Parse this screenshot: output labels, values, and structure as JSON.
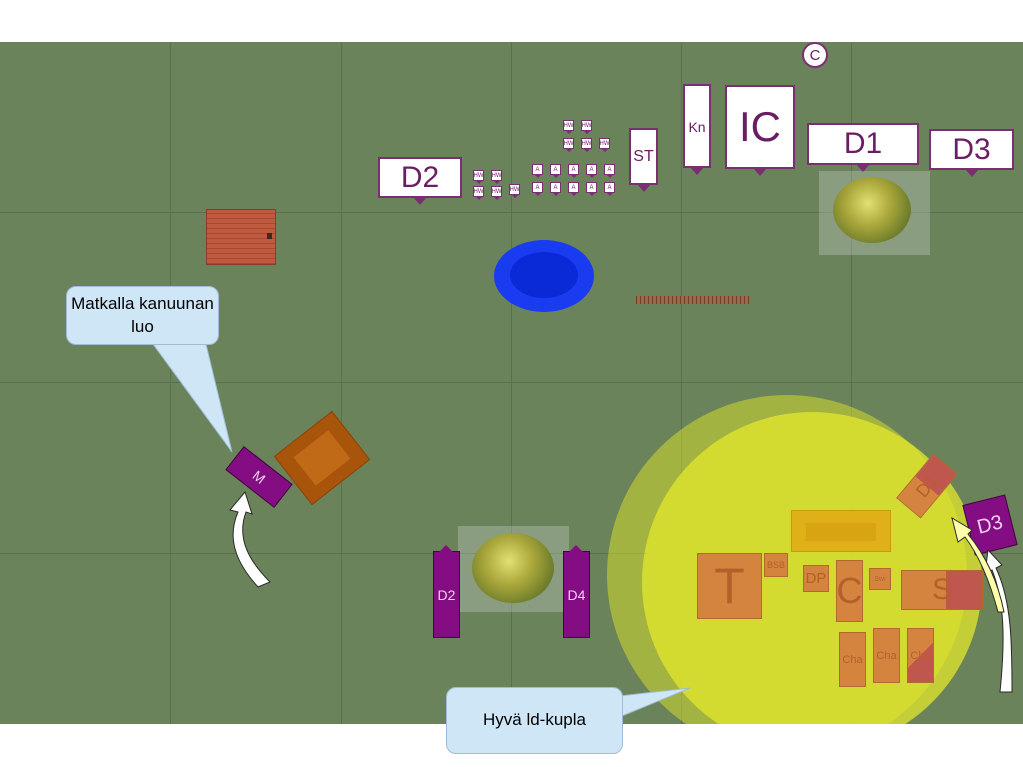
{
  "enemy_units": {
    "d2": "D2",
    "st": "ST",
    "kn": "Kn",
    "ic": "IC",
    "d1": "D1",
    "d3": "D3",
    "c": "C",
    "archer_label": "A",
    "mini_label": "HW"
  },
  "friendly_units": {
    "m": "M",
    "d2": "D2",
    "d4": "D4",
    "t": "T",
    "bsb": "BSB",
    "dp": "DP",
    "c": "C",
    "sm": "Swi",
    "s": "S",
    "cha1": "Cha",
    "cha2": "Cha",
    "cha3": "Cha",
    "d1": "D1",
    "d3": "D3"
  },
  "callouts": {
    "travel": "Matkalla kanuunan luo",
    "bubble": "Hyvä ld-kupla"
  },
  "colors": {
    "table": "#6a835a",
    "enemy_banner_border": "#7a2f72",
    "friendly_unit": "#850d83",
    "orange_unit": "#d5843f",
    "ld_bubble": "#e6e82e",
    "water": "#1a3cf0"
  }
}
